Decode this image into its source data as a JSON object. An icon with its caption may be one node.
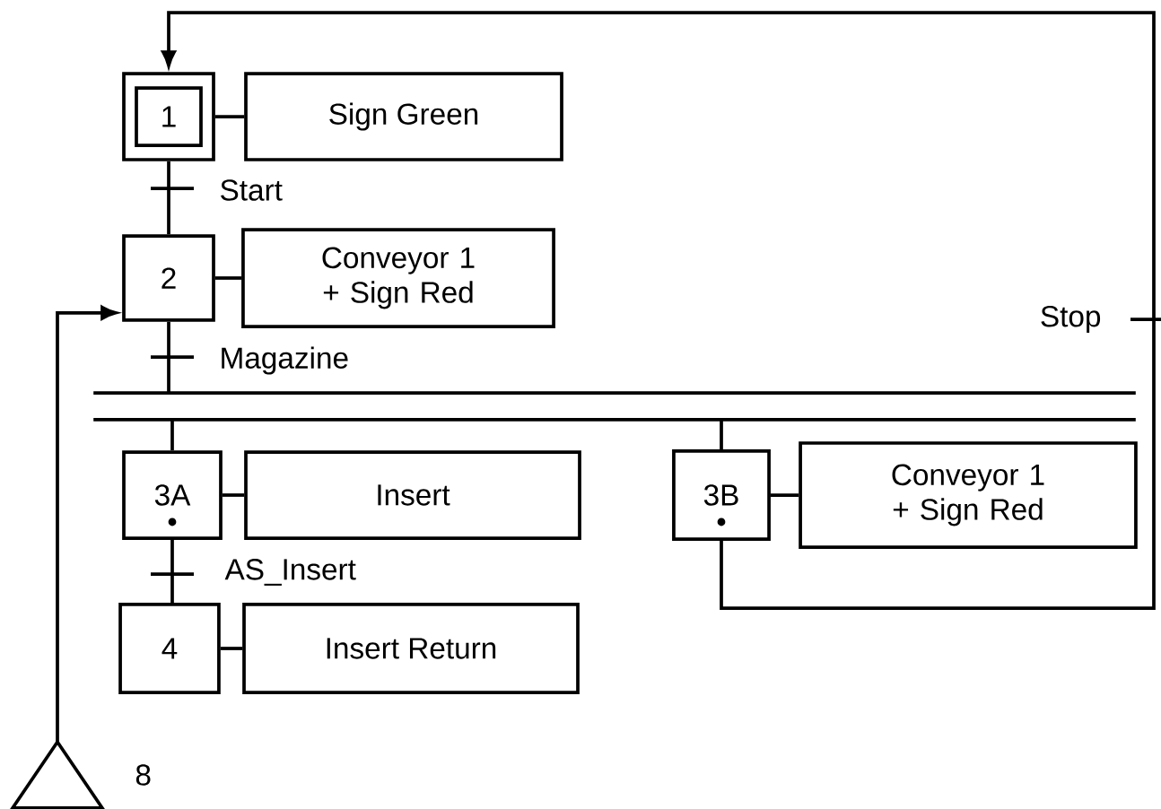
{
  "diagram": {
    "nodes": [
      {
        "text": [
          "1"
        ]
      },
      {
        "text": [
          "Sign Green"
        ]
      },
      {
        "text": [
          "2"
        ]
      },
      {
        "text": [
          "Conveyor 1 + Sign Red"
        ]
      },
      {
        "text": [],
        "shape": "bar"
      },
      {
        "text": [
          "3A"
        ]
      },
      {
        "text": [
          "Insert"
        ]
      },
      {
        "text": [
          "3B"
        ]
      },
      {
        "text": [
          "Conveyor 1 + Sign Red"
        ]
      },
      {
        "text": [
          "4"
        ]
      },
      {
        "text": [
          "Insert Return"
        ]
      },
      {
        "text": [],
        "shape": "triangle",
        "beside": [
          "8"
        ]
      }
    ],
    "edges": [
      {
        "from": 0,
        "to": 1,
        "arrow": "none"
      },
      {
        "from": 0,
        "to": 2,
        "arrow": "none",
        "label": "Start"
      },
      {
        "from": 2,
        "to": 3,
        "arrow": "none"
      },
      {
        "from": 2,
        "to": 4,
        "arrow": "none",
        "label": "Magazine"
      },
      {
        "from": 4,
        "to": 5,
        "arrow": "none"
      },
      {
        "from": 5,
        "to": 6,
        "arrow": "none"
      },
      {
        "from": 5,
        "to": 9,
        "arrow": "none",
        "label": "AS_Insert"
      },
      {
        "from": 9,
        "to": 10,
        "arrow": "none"
      },
      {
        "from": 4,
        "to": 7,
        "arrow": "none"
      },
      {
        "from": 7,
        "to": 8,
        "arrow": "none"
      },
      {
        "from": 7,
        "to": 0,
        "arrow": "to",
        "label": "Stop"
      },
      {
        "from": 11,
        "to": 2,
        "arrow": "to"
      }
    ]
  }
}
